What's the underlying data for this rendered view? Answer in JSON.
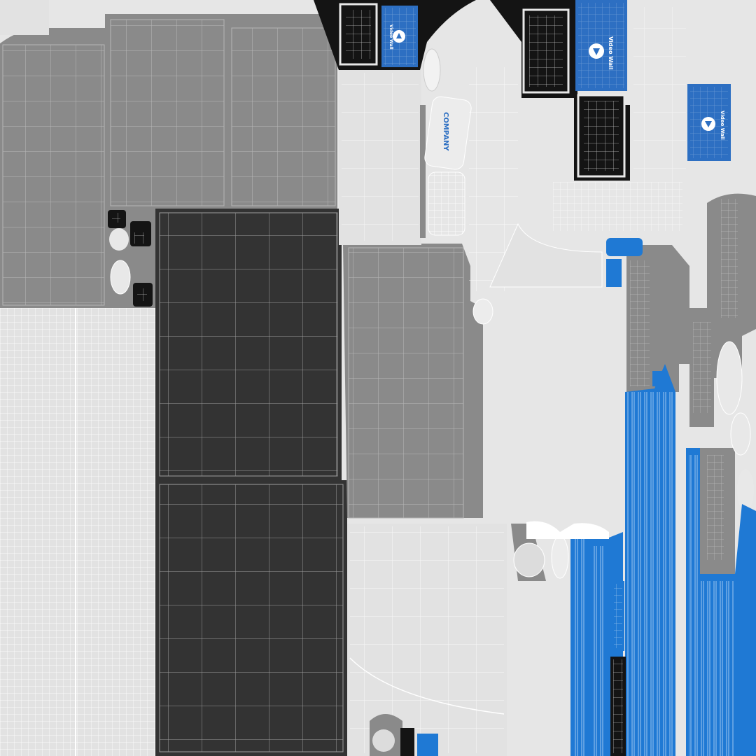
{
  "texture": {
    "logo_text": "COMPANY",
    "screen_labels": [
      {
        "text": "Video Wall"
      },
      {
        "text": "Video Wall"
      },
      {
        "text": "Video Wall"
      }
    ],
    "play_icon": "play-triangle-icon"
  },
  "colors": {
    "background": "#e6e6e6",
    "light_panel": "#e2e2e2",
    "mid_gray": "#8c8c8c",
    "dark_panel": "#333333",
    "black": "#141414",
    "blue": "#1f79d4",
    "blue_screen": "#2d6fc2",
    "wire_light": "#ffffff",
    "wire_dark": "#9a9a9a"
  }
}
